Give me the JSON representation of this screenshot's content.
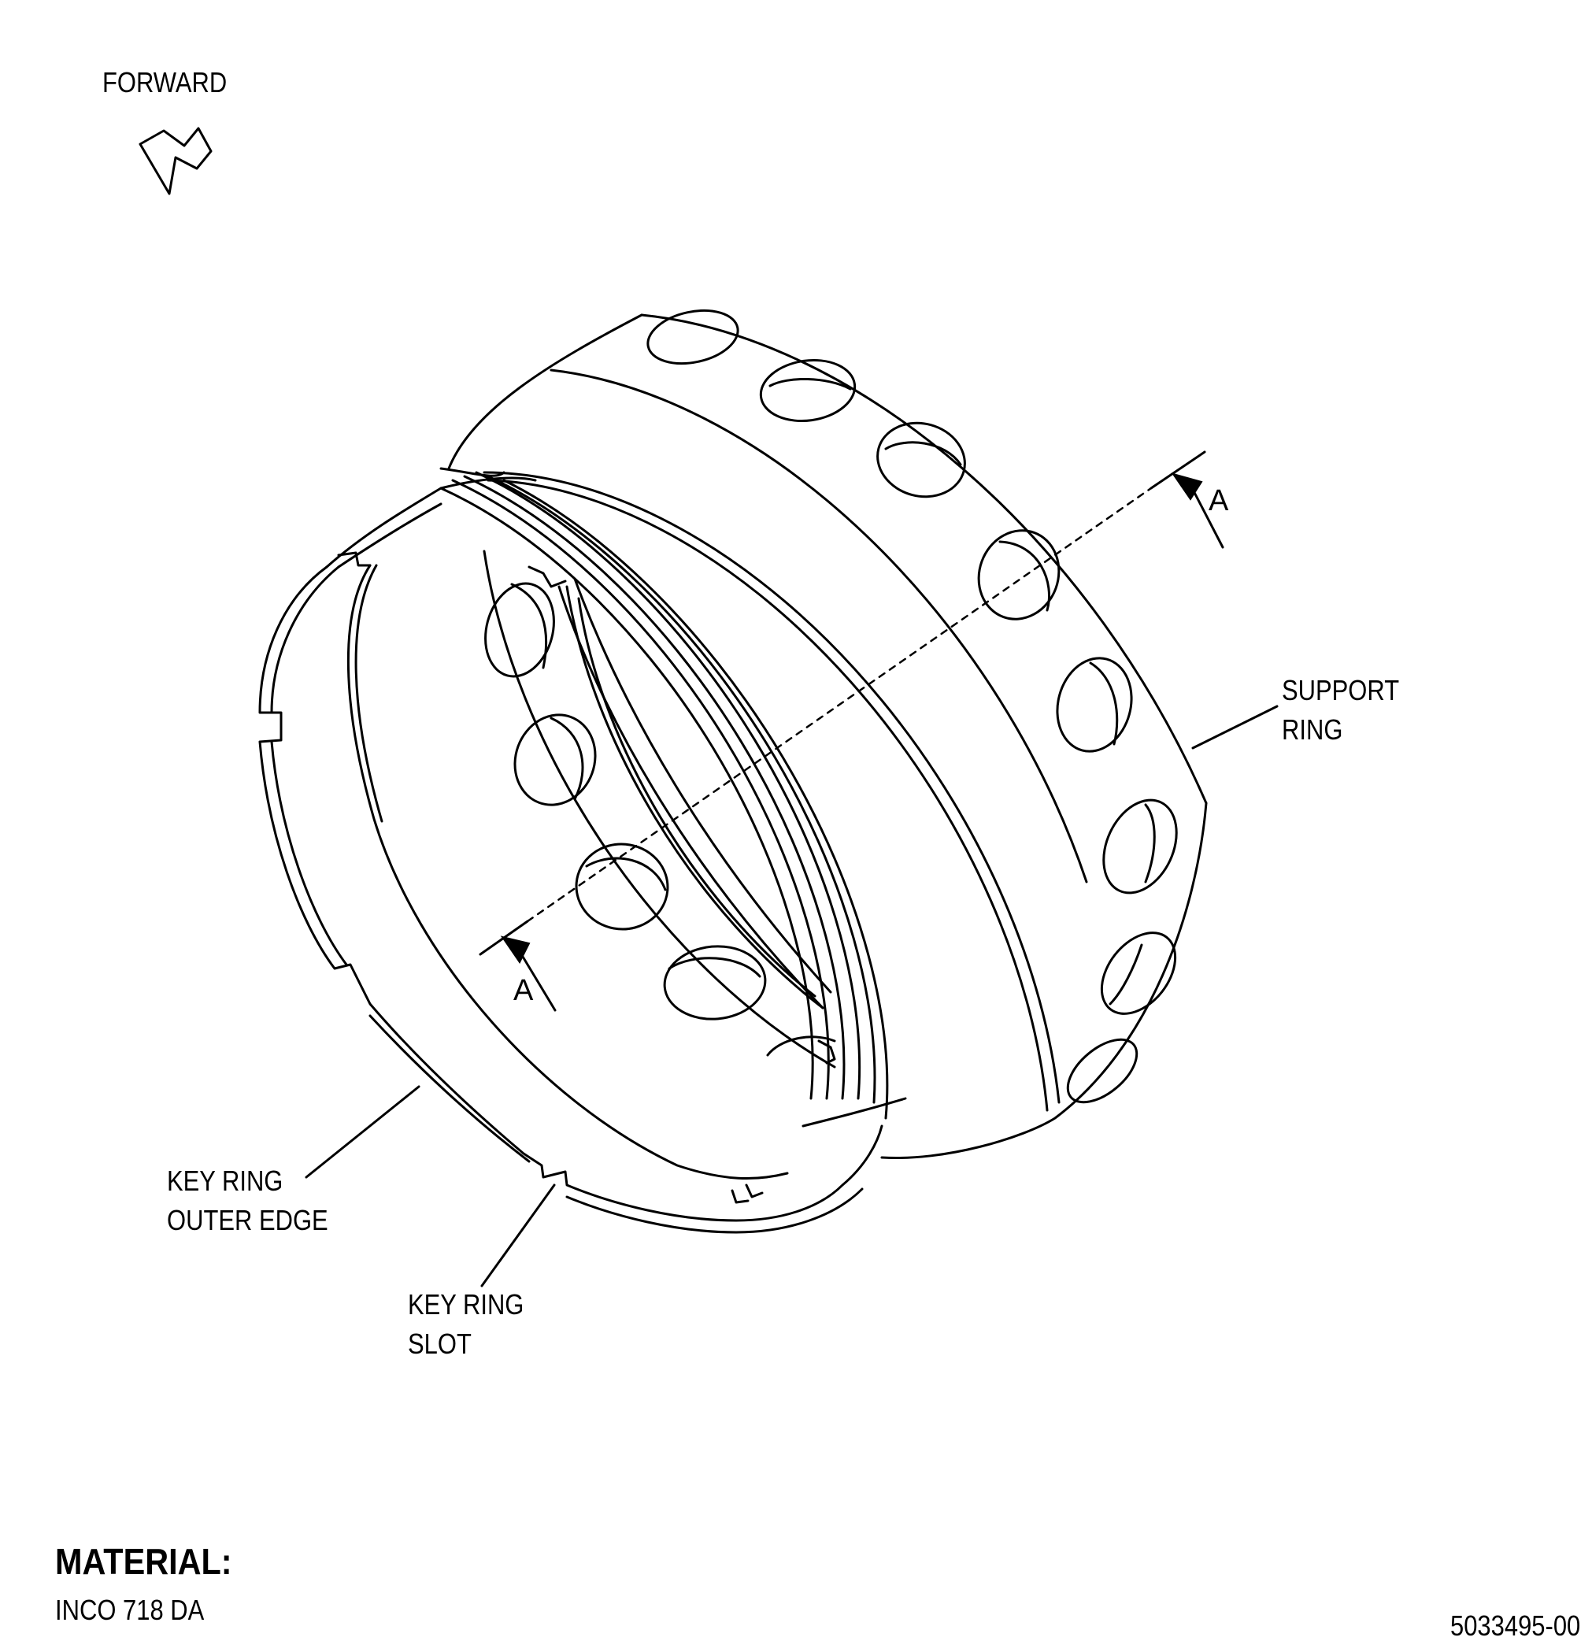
{
  "labels": {
    "forward": "FORWARD",
    "support_ring": [
      "SUPPORT",
      "RING"
    ],
    "key_ring_outer_edge": [
      "KEY RING",
      "OUTER EDGE"
    ],
    "key_ring_slot": [
      "KEY RING",
      "SLOT"
    ],
    "section_marker": "A"
  },
  "material": {
    "heading": "MATERIAL:",
    "value": "INCO 718 DA"
  },
  "drawing_number": "5033495-00"
}
